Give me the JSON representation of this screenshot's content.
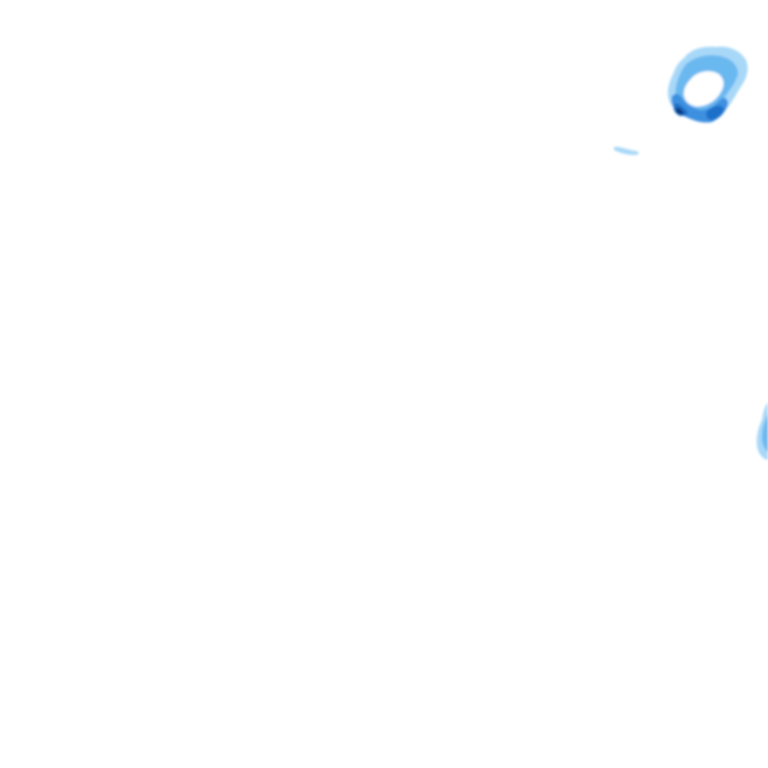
{
  "map": {
    "background_color": "#ffffff",
    "layer": "precipitation-radar",
    "palette": {
      "light": "#a8d8f8",
      "medium": "#6ab8f0",
      "strong": "#3c8fe0",
      "heavy": "#1f6fc8",
      "core": "#0a3a80"
    },
    "cells": [
      {
        "id": "cell-northeast",
        "intensity_levels": [
          "light",
          "medium",
          "strong",
          "heavy",
          "core"
        ]
      },
      {
        "id": "cell-east-edge",
        "intensity_levels": [
          "light",
          "medium"
        ]
      },
      {
        "id": "streak-north",
        "intensity_levels": [
          "light"
        ]
      }
    ]
  }
}
